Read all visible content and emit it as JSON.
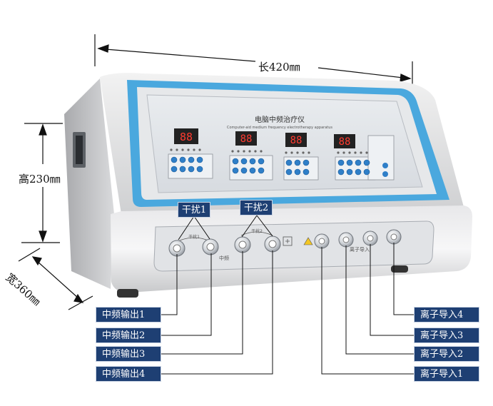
{
  "dimensions": {
    "length": "长420㎜",
    "height": "高230㎜",
    "width": "宽360㎜"
  },
  "device": {
    "title": "电脑中频治疗仪",
    "subtitle": "Computer-aid medium frequency electrotherapy apparatus",
    "panel_labels": {
      "interference_small_a": "干扰1",
      "interference_small_b": "干扰2",
      "medium_freq": "中频",
      "ion_import": "离子导入"
    },
    "displays": [
      "88",
      "88",
      "88",
      "88"
    ]
  },
  "labels": {
    "interference_1": "干扰1",
    "interference_2": "干扰2",
    "left": [
      "中频输出1",
      "中频输出2",
      "中频输出3",
      "中频输出4"
    ],
    "right": [
      "离子导入4",
      "离子导入3",
      "离子导入2",
      "离子导入1"
    ]
  },
  "colors": {
    "accent_blue": "#4aa8de",
    "label_navy": "#1e3f73",
    "display_red": "#ff3b30",
    "button_blue": "#2f7fc8"
  }
}
